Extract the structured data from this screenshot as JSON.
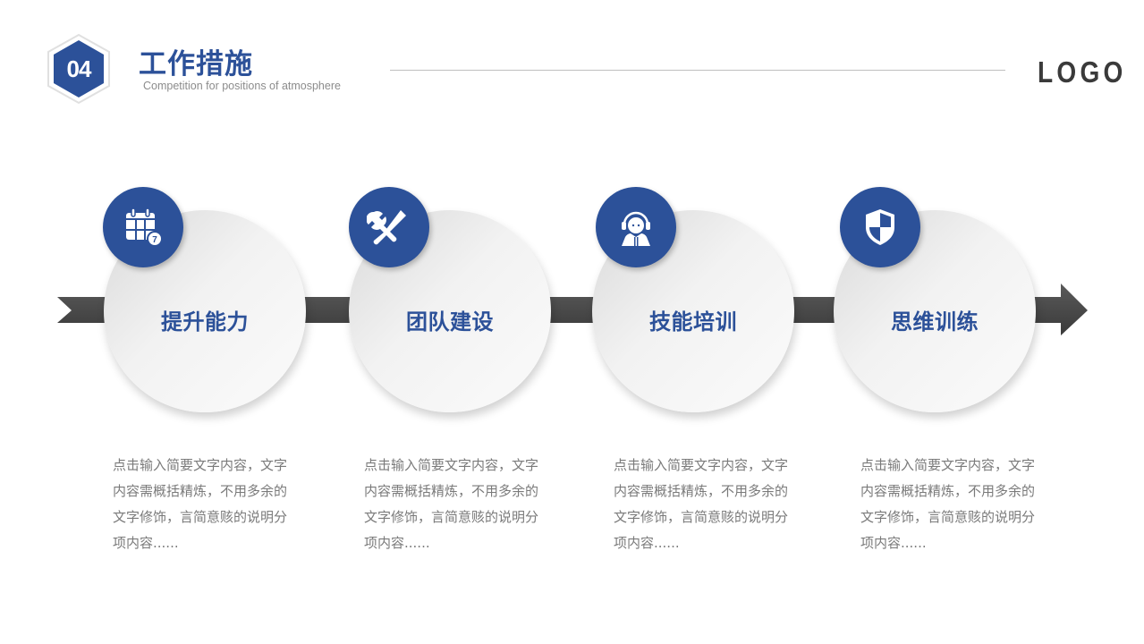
{
  "header": {
    "section_number": "04",
    "title": "工作措施",
    "subtitle": "Competition for positions of atmosphere",
    "logo": "LOGO"
  },
  "colors": {
    "primary": "#2c5199",
    "arrow": "#4a4a4a",
    "text_gray": "#7a7a7a"
  },
  "steps": [
    {
      "icon": "calendar-icon",
      "label": "提升能力",
      "desc": "点击输入简要文字内容，文字内容需概括精炼，不用多余的文字修饰，言简意赅的说明分项内容......"
    },
    {
      "icon": "tools-icon",
      "label": "团队建设",
      "desc": "点击输入简要文字内容，文字内容需概括精炼，不用多余的文字修饰，言简意赅的说明分项内容......"
    },
    {
      "icon": "headset-person-icon",
      "label": "技能培训",
      "desc": "点击输入简要文字内容，文字内容需概括精炼，不用多余的文字修饰，言简意赅的说明分项内容......"
    },
    {
      "icon": "shield-icon",
      "label": "思维训练",
      "desc": "点击输入简要文字内容，文字内容需概括精炼，不用多余的文字修饰，言简意赅的说明分项内容......"
    }
  ]
}
